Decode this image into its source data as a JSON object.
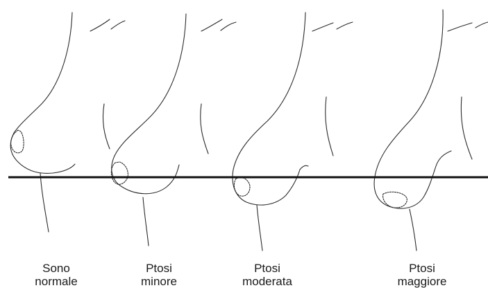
{
  "figure": {
    "panels": [
      {
        "id": "panel-1",
        "caption": [
          "Sono",
          "normale"
        ]
      },
      {
        "id": "panel-2",
        "caption": [
          "Ptosi",
          "minore"
        ]
      },
      {
        "id": "panel-3",
        "caption": [
          "Ptosi",
          "moderata"
        ]
      },
      {
        "id": "panel-4",
        "caption": [
          "Ptosi",
          "maggiore"
        ]
      }
    ],
    "colors": {
      "ink": "#1a1a1a",
      "line": "#111111",
      "background": "#ffffff"
    }
  }
}
